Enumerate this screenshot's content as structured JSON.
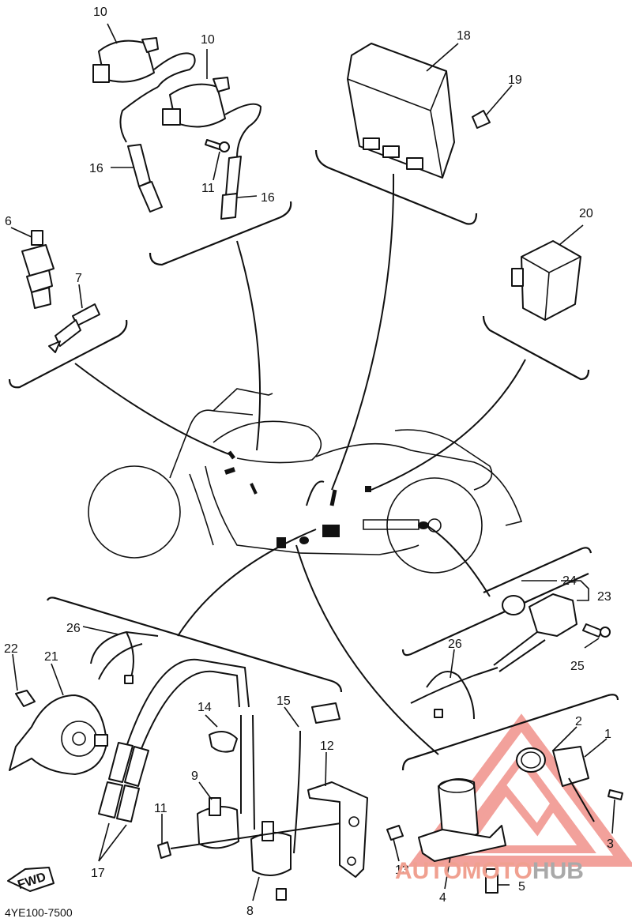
{
  "footer": {
    "code": "4YE100-7500"
  },
  "fwd_label": "FWD",
  "watermark": {
    "part1": "AUTOMOTO",
    "part2": "HUB",
    "accent": "#e8554a",
    "grey": "#a9a9a9"
  },
  "callouts": [
    {
      "id": "c10a",
      "text": "10"
    },
    {
      "id": "c10b",
      "text": "10"
    },
    {
      "id": "c16a",
      "text": "16"
    },
    {
      "id": "c11a",
      "text": "11"
    },
    {
      "id": "c16b",
      "text": "16"
    },
    {
      "id": "c18",
      "text": "18"
    },
    {
      "id": "c19",
      "text": "19"
    },
    {
      "id": "c20",
      "text": "20"
    },
    {
      "id": "c6",
      "text": "6"
    },
    {
      "id": "c7",
      "text": "7"
    },
    {
      "id": "c24",
      "text": "24"
    },
    {
      "id": "c23",
      "text": "23"
    },
    {
      "id": "c25",
      "text": "25"
    },
    {
      "id": "c26a",
      "text": "26"
    },
    {
      "id": "c26b",
      "text": "26"
    },
    {
      "id": "c22",
      "text": "22"
    },
    {
      "id": "c21",
      "text": "21"
    },
    {
      "id": "c14",
      "text": "14"
    },
    {
      "id": "c15",
      "text": "15"
    },
    {
      "id": "c12",
      "text": "12"
    },
    {
      "id": "c9",
      "text": "9"
    },
    {
      "id": "c11b",
      "text": "11"
    },
    {
      "id": "c8",
      "text": "8"
    },
    {
      "id": "c17",
      "text": "17"
    },
    {
      "id": "c13",
      "text": "13"
    },
    {
      "id": "c2",
      "text": "2"
    },
    {
      "id": "c1",
      "text": "1"
    },
    {
      "id": "c3",
      "text": "3"
    },
    {
      "id": "c4",
      "text": "4"
    },
    {
      "id": "c5",
      "text": "5"
    }
  ]
}
